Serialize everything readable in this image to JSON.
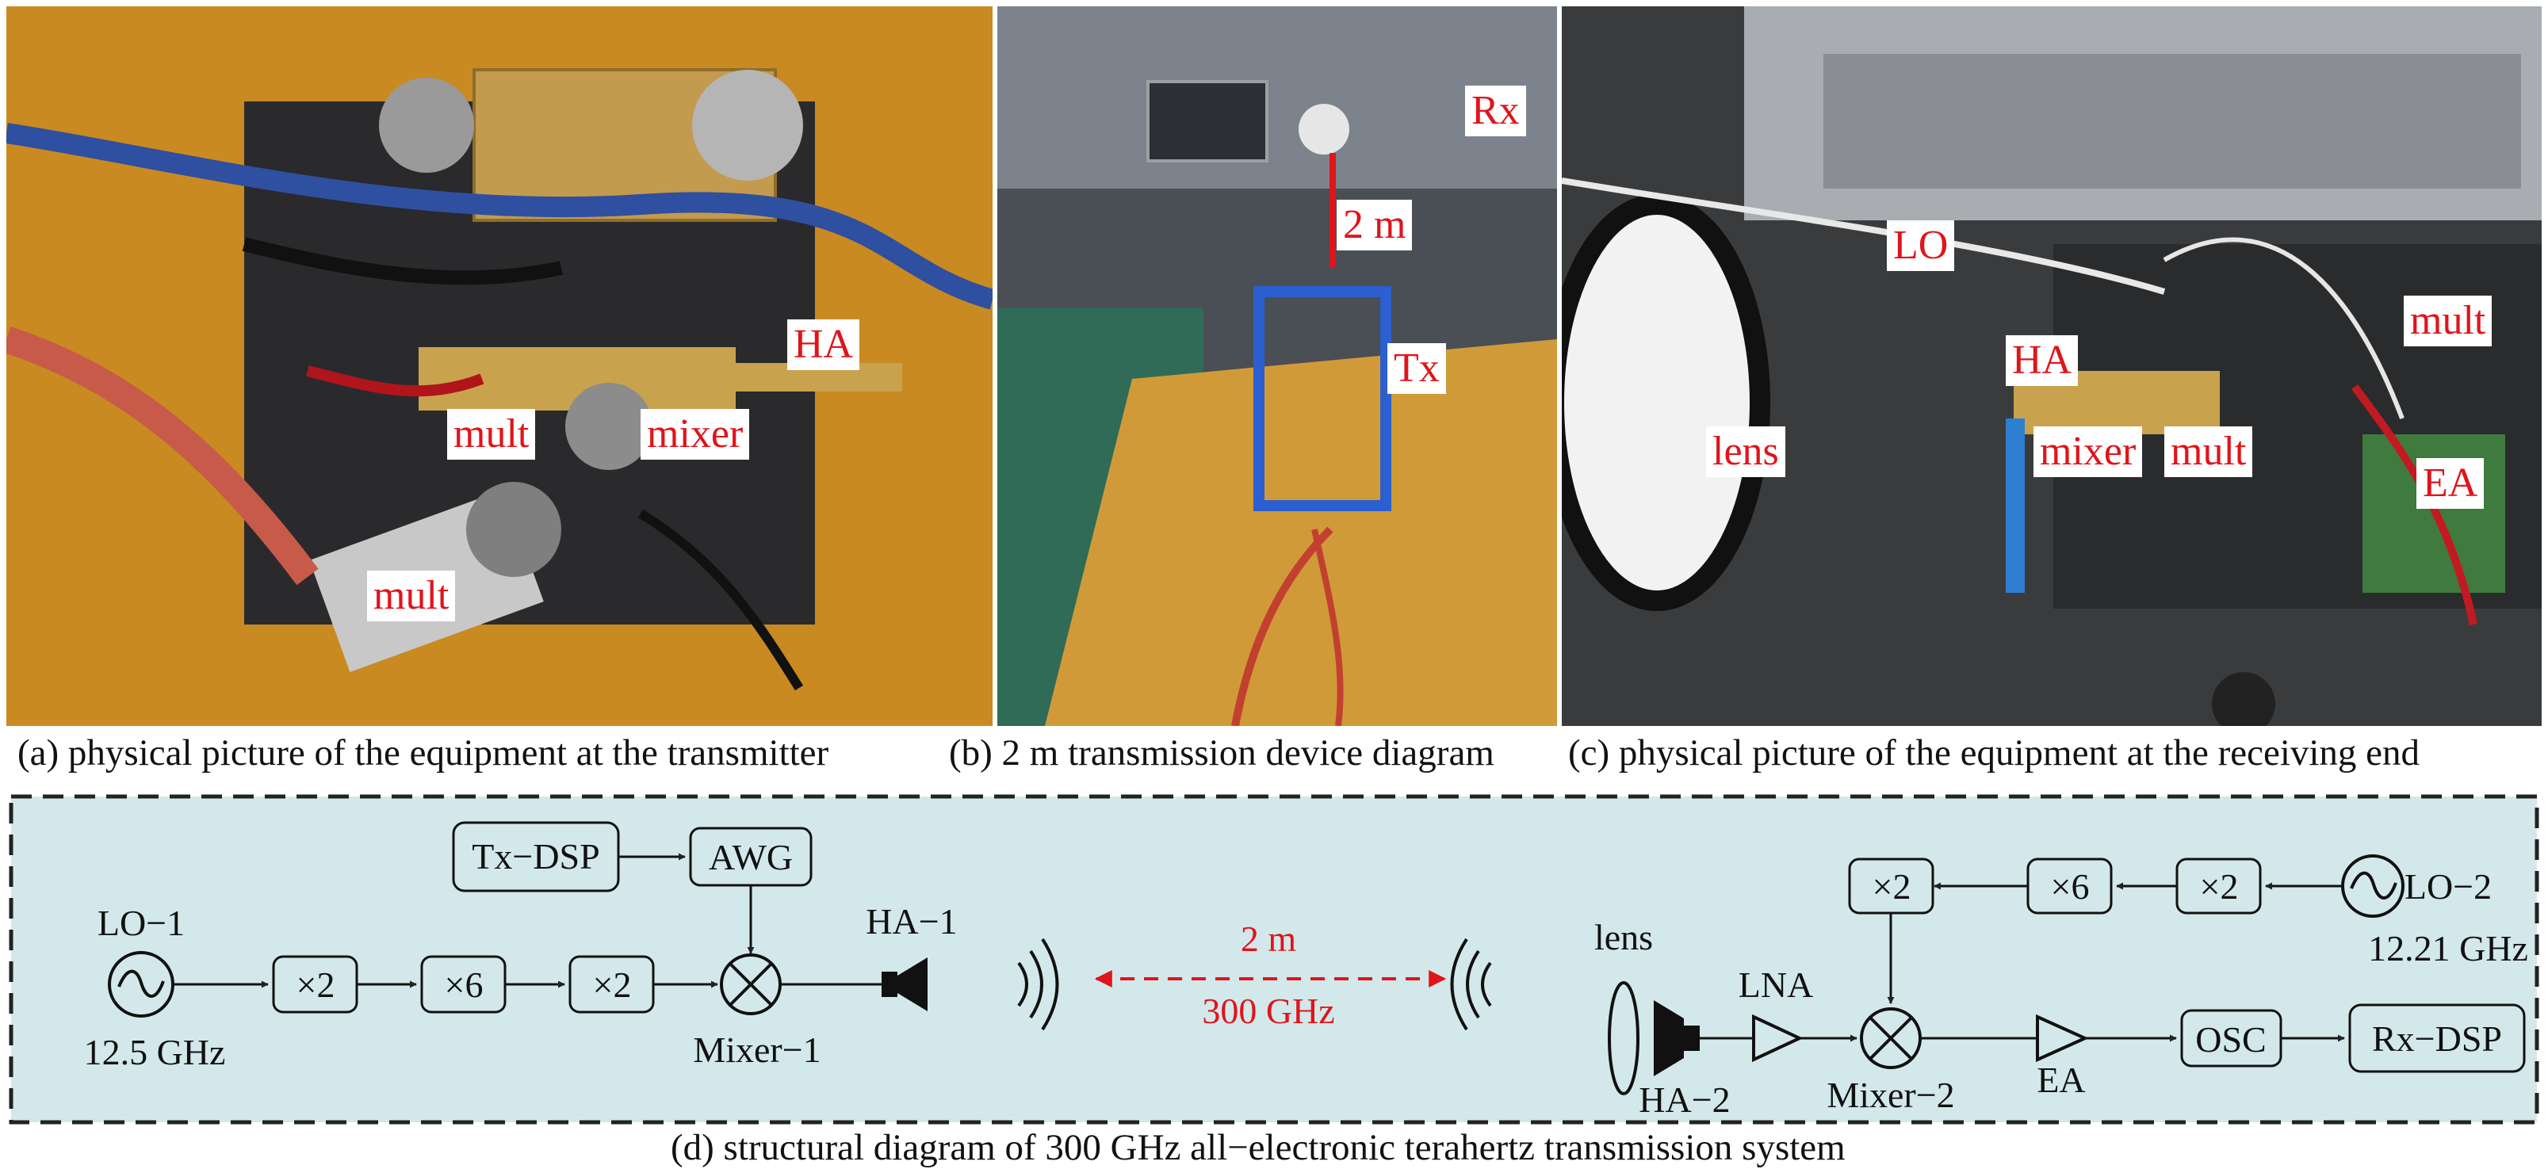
{
  "captions": {
    "a": "(a) physical picture of the equipment at the transmitter",
    "b": "(b) 2 m transmission device diagram",
    "c": "(c) physical picture of the equipment at the receiving end",
    "d": "(d) structural diagram of 300 GHz all−electronic terahertz transmission system"
  },
  "photo_a_labels": {
    "ha": "HA",
    "mult1": "mult",
    "mixer": "mixer",
    "mult2": "mult"
  },
  "photo_b_labels": {
    "rx": "Rx",
    "distance": "2 m",
    "tx": "Tx"
  },
  "photo_c_labels": {
    "lo": "LO",
    "ha": "HA",
    "mult1": "mult",
    "lens": "lens",
    "mixer": "mixer",
    "mult2": "mult",
    "ea": "EA"
  },
  "diagram": {
    "tx": {
      "tx_dsp": "Tx−DSP",
      "awg": "AWG",
      "lo1": "LO−1",
      "lo1_freq": "12.5 GHz",
      "mult_a": "×2",
      "mult_b": "×6",
      "mult_c": "×2",
      "mixer1": "Mixer−1",
      "ha1": "HA−1"
    },
    "link": {
      "distance": "2 m",
      "freq": "300 GHz"
    },
    "rx": {
      "lens": "lens",
      "ha2": "HA−2",
      "lna": "LNA",
      "mixer2": "Mixer−2",
      "ea": "EA",
      "osc": "OSC",
      "rx_dsp": "Rx−DSP",
      "lo2": "LO−2",
      "lo2_freq": "12.21 GHz",
      "mult_a": "×2",
      "mult_b": "×6",
      "mult_c": "×2"
    }
  },
  "colors": {
    "label_red": "#e0141b",
    "diagram_bg": "#d3e8ea",
    "bench_orange": "#d79a2a"
  }
}
